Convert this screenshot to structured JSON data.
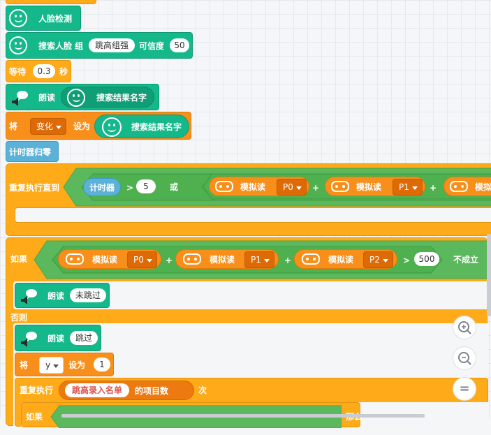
{
  "blocks": {
    "face_detect": "人脸检测",
    "search_face": {
      "label": "搜索人脸 组",
      "group": "跳高组强",
      "conf_label": "可信度",
      "conf": "50"
    },
    "wait": {
      "label": "等待",
      "value": "0.3",
      "unit": "秒"
    },
    "speak1": {
      "label": "朗读",
      "face_text": "搜索结果名字"
    },
    "set_var": {
      "set": "将",
      "var": "变化",
      "to": "设为",
      "face_text": "搜索结果名字"
    },
    "timer_reset": "计时器归零",
    "repeat_until": {
      "label": "重复执行直到",
      "timer": "计时器",
      "op": ">",
      "value": "5",
      "or": "或",
      "analog": "模拟读",
      "p0": "P0",
      "p1": "P1",
      "plus": "+",
      "analog_cut": "模拟"
    },
    "if_block": {
      "label": "如果",
      "analog": "模拟读",
      "p0": "P0",
      "p1": "P1",
      "p2": "P2",
      "plus": "+",
      "op": ">",
      "value": "500",
      "not": "不成立"
    },
    "speak2": {
      "label": "朗读",
      "text": "未跳过"
    },
    "else": "否则",
    "speak3": {
      "label": "朗读",
      "text": "跳过"
    },
    "set_y": {
      "set": "将",
      "var": "y",
      "to": "设为",
      "value": "1"
    },
    "repeat": {
      "label": "重复执行",
      "list": "跳高录入名单",
      "items": "的项目数",
      "times": "次"
    },
    "if_cut": {
      "label": "如果",
      "then": "那么"
    }
  },
  "colors": {
    "teal": "#14b88a",
    "orange": "#f98f1b",
    "yellow": "#ffab19",
    "blue": "#5cb1d6",
    "green": "#5cb85c"
  },
  "zoom": {
    "in": "zoom-in-icon",
    "out": "zoom-out-icon",
    "reset": "="
  }
}
